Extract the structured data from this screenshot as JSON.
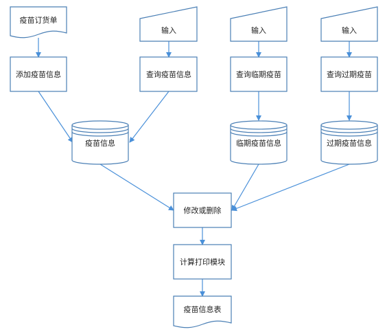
{
  "nodes": {
    "vaccine_order": {
      "label": "疫苗订货单",
      "kind": "document"
    },
    "input1": {
      "label": "输入",
      "kind": "manual-input"
    },
    "input2": {
      "label": "输入",
      "kind": "manual-input"
    },
    "input3": {
      "label": "输入",
      "kind": "manual-input"
    },
    "add_info": {
      "label": "添加疫苗信息",
      "kind": "process"
    },
    "query_info": {
      "label": "查询疫苗信息",
      "kind": "process"
    },
    "query_near_expiry": {
      "label": "查询临期疫苗",
      "kind": "process"
    },
    "query_expired": {
      "label": "查询过期疫苗",
      "kind": "process"
    },
    "db_vaccine": {
      "label": "疫苗信息",
      "kind": "database"
    },
    "db_near_expiry": {
      "label": "临期疫苗信息",
      "kind": "database"
    },
    "db_expired": {
      "label": "过期疫苗信息",
      "kind": "database"
    },
    "modify_delete": {
      "label": "修改或删除",
      "kind": "process"
    },
    "calc_print": {
      "label": "计算打印模块",
      "kind": "process"
    },
    "vaccine_table": {
      "label": "疫苗信息表",
      "kind": "document"
    }
  },
  "edges": [
    [
      "vaccine_order",
      "add_info"
    ],
    [
      "input1",
      "query_info"
    ],
    [
      "input2",
      "query_near_expiry"
    ],
    [
      "input3",
      "query_expired"
    ],
    [
      "add_info",
      "db_vaccine"
    ],
    [
      "query_info",
      "db_vaccine"
    ],
    [
      "query_near_expiry",
      "db_near_expiry"
    ],
    [
      "query_expired",
      "db_expired"
    ],
    [
      "db_vaccine",
      "modify_delete"
    ],
    [
      "db_near_expiry",
      "modify_delete"
    ],
    [
      "db_expired",
      "modify_delete"
    ],
    [
      "modify_delete",
      "calc_print"
    ],
    [
      "calc_print",
      "vaccine_table"
    ]
  ],
  "colors": {
    "stroke": "#4a7fb5",
    "edge": "#4a90d9",
    "text": "#222222"
  }
}
